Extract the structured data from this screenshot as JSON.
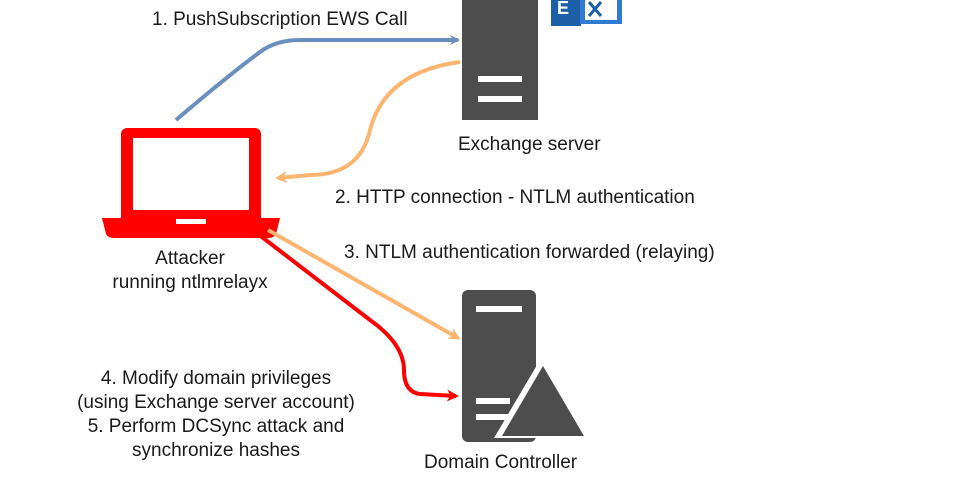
{
  "nodes": {
    "exchange_server": {
      "label": "Exchange server"
    },
    "attacker": {
      "label_line1": "Attacker",
      "label_line2": "running ntlmrelayx"
    },
    "domain_controller": {
      "label": "Domain Controller"
    }
  },
  "edges": {
    "push_subscription": {
      "label": "1. PushSubscription EWS Call",
      "color": "#6c8ebf"
    },
    "http_connection": {
      "label": "2. HTTP connection - NTLM authentication",
      "color": "#ffb570"
    },
    "relay": {
      "label": "3. NTLM authentication forwarded (relaying)",
      "color": "#ffb570"
    },
    "dcsync": {
      "lines": [
        "4. Modify domain privileges",
        "(using Exchange server account)",
        "5. Perform DCSync attack and",
        "synchronize hashes"
      ],
      "color": "#ff0000"
    }
  },
  "colors": {
    "server_body": "#4d4d4d",
    "laptop": "#ff0000",
    "exchange_logo": "#1c5ea8"
  }
}
